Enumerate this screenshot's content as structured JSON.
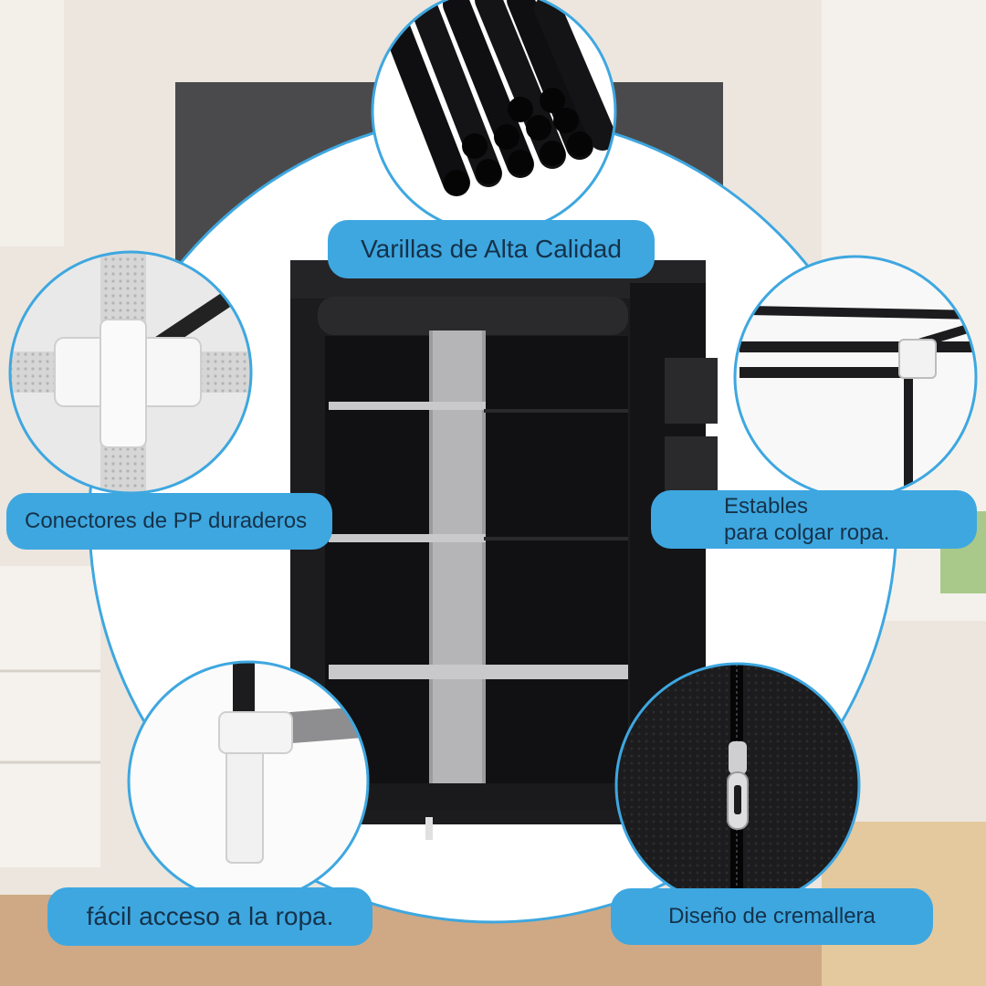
{
  "labels": {
    "rods": "Varillas de Alta Calidad",
    "connectors": "Conectores de PP duraderos",
    "hang_line1": "Estables",
    "hang_line2": "para colgar ropa.",
    "access": "fácil acceso a la ropa.",
    "zipper": "Diseño de cremallera"
  },
  "colors": {
    "accent": "#3ea7e0",
    "label_text": "#15324a",
    "wardrobe": "#1c1c1e",
    "background": "#e9e3dc"
  },
  "icons": [
    "rods-detail-image",
    "connector-detail-image",
    "hanging-rail-detail-image",
    "frame-leg-detail-image",
    "zipper-detail-image"
  ]
}
